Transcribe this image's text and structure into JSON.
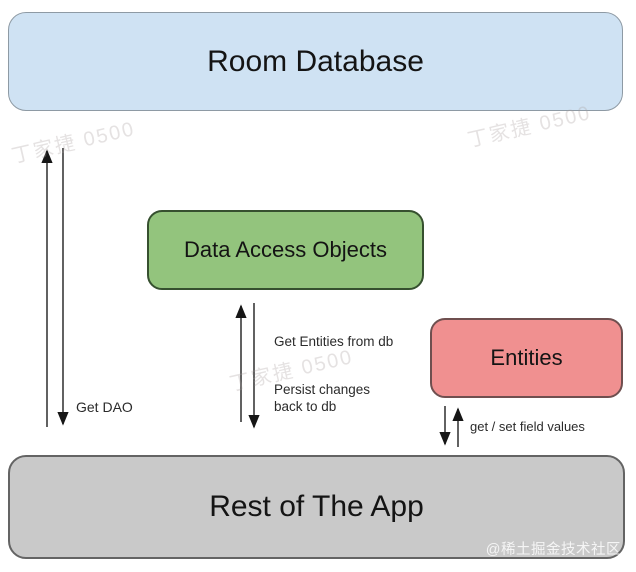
{
  "nodes": {
    "room_database": {
      "label": "Room Database",
      "fill": "#cfe2f3",
      "border": "#8e9aa4"
    },
    "data_access_objects": {
      "label": "Data Access Objects",
      "fill": "#93c47d",
      "border": "#36502f"
    },
    "entities": {
      "label": "Entities",
      "fill": "#f09090",
      "border": "#6f4f4f"
    },
    "rest_of_app": {
      "label": "Rest of The App",
      "fill": "#c9c9c9",
      "border": "#646464"
    }
  },
  "edge_labels": {
    "get_dao": "Get DAO",
    "get_entities_from_db": "Get Entities from db",
    "persist_changes": "Persist changes back to db",
    "get_set_field_values": "get / set field values"
  },
  "arrow_color": "#3a3a3a",
  "watermarks": {
    "diagonal_text": "丁家捷 0500",
    "community_badge": "@稀土掘金技术社区"
  }
}
